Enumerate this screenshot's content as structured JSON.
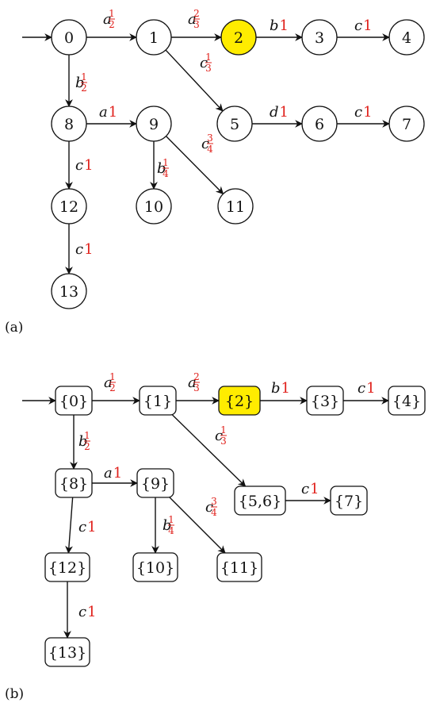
{
  "colors": {
    "highlight": "#ffec00",
    "weight": "#e0201b",
    "stroke": "#111111"
  },
  "panel_a": {
    "label": "(a)",
    "nodes": [
      {
        "id": "0",
        "label": "0",
        "highlight": false
      },
      {
        "id": "1",
        "label": "1",
        "highlight": false
      },
      {
        "id": "2",
        "label": "2",
        "highlight": true
      },
      {
        "id": "3",
        "label": "3",
        "highlight": false
      },
      {
        "id": "4",
        "label": "4",
        "highlight": false
      },
      {
        "id": "5",
        "label": "5",
        "highlight": false
      },
      {
        "id": "6",
        "label": "6",
        "highlight": false
      },
      {
        "id": "7",
        "label": "7",
        "highlight": false
      },
      {
        "id": "8",
        "label": "8",
        "highlight": false
      },
      {
        "id": "9",
        "label": "9",
        "highlight": false
      },
      {
        "id": "10",
        "label": "10",
        "highlight": false
      },
      {
        "id": "11",
        "label": "11",
        "highlight": false
      },
      {
        "id": "12",
        "label": "12",
        "highlight": false
      },
      {
        "id": "13",
        "label": "13",
        "highlight": false
      }
    ],
    "edges": [
      {
        "from": "0",
        "to": "1",
        "letter": "a",
        "num": "1",
        "den": "2"
      },
      {
        "from": "1",
        "to": "2",
        "letter": "a",
        "num": "2",
        "den": "3"
      },
      {
        "from": "2",
        "to": "3",
        "letter": "b",
        "weight": "1"
      },
      {
        "from": "3",
        "to": "4",
        "letter": "c",
        "weight": "1"
      },
      {
        "from": "1",
        "to": "5",
        "letter": "c",
        "num": "1",
        "den": "3"
      },
      {
        "from": "5",
        "to": "6",
        "letter": "d",
        "weight": "1"
      },
      {
        "from": "6",
        "to": "7",
        "letter": "c",
        "weight": "1"
      },
      {
        "from": "0",
        "to": "8",
        "letter": "b",
        "num": "1",
        "den": "2"
      },
      {
        "from": "8",
        "to": "9",
        "letter": "a",
        "weight": "1"
      },
      {
        "from": "9",
        "to": "10",
        "letter": "b",
        "num": "1",
        "den": "4"
      },
      {
        "from": "9",
        "to": "11",
        "letter": "c",
        "num": "3",
        "den": "4"
      },
      {
        "from": "8",
        "to": "12",
        "letter": "c",
        "weight": "1"
      },
      {
        "from": "12",
        "to": "13",
        "letter": "c",
        "weight": "1"
      }
    ]
  },
  "panel_b": {
    "label": "(b)",
    "nodes": [
      {
        "id": "0",
        "label": "{0}",
        "highlight": false
      },
      {
        "id": "1",
        "label": "{1}",
        "highlight": false
      },
      {
        "id": "2",
        "label": "{2}",
        "highlight": true
      },
      {
        "id": "3",
        "label": "{3}",
        "highlight": false
      },
      {
        "id": "4",
        "label": "{4}",
        "highlight": false
      },
      {
        "id": "56",
        "label": "{5,6}",
        "highlight": false
      },
      {
        "id": "7",
        "label": "{7}",
        "highlight": false
      },
      {
        "id": "8",
        "label": "{8}",
        "highlight": false
      },
      {
        "id": "9",
        "label": "{9}",
        "highlight": false
      },
      {
        "id": "10",
        "label": "{10}",
        "highlight": false
      },
      {
        "id": "11",
        "label": "{11}",
        "highlight": false
      },
      {
        "id": "12",
        "label": "{12}",
        "highlight": false
      },
      {
        "id": "13",
        "label": "{13}",
        "highlight": false
      }
    ],
    "edges": [
      {
        "from": "0",
        "to": "1",
        "letter": "a",
        "num": "1",
        "den": "2"
      },
      {
        "from": "1",
        "to": "2",
        "letter": "a",
        "num": "2",
        "den": "3"
      },
      {
        "from": "2",
        "to": "3",
        "letter": "b",
        "weight": "1"
      },
      {
        "from": "3",
        "to": "4",
        "letter": "c",
        "weight": "1"
      },
      {
        "from": "1",
        "to": "56",
        "letter": "c",
        "num": "1",
        "den": "3"
      },
      {
        "from": "56",
        "to": "7",
        "letter": "c",
        "weight": "1"
      },
      {
        "from": "0",
        "to": "8",
        "letter": "b",
        "num": "1",
        "den": "2"
      },
      {
        "from": "8",
        "to": "9",
        "letter": "a",
        "weight": "1"
      },
      {
        "from": "9",
        "to": "10",
        "letter": "b",
        "num": "1",
        "den": "4"
      },
      {
        "from": "9",
        "to": "11",
        "letter": "c",
        "num": "3",
        "den": "4"
      },
      {
        "from": "8",
        "to": "12",
        "letter": "c",
        "weight": "1"
      },
      {
        "from": "12",
        "to": "13",
        "letter": "c",
        "weight": "1"
      }
    ]
  }
}
